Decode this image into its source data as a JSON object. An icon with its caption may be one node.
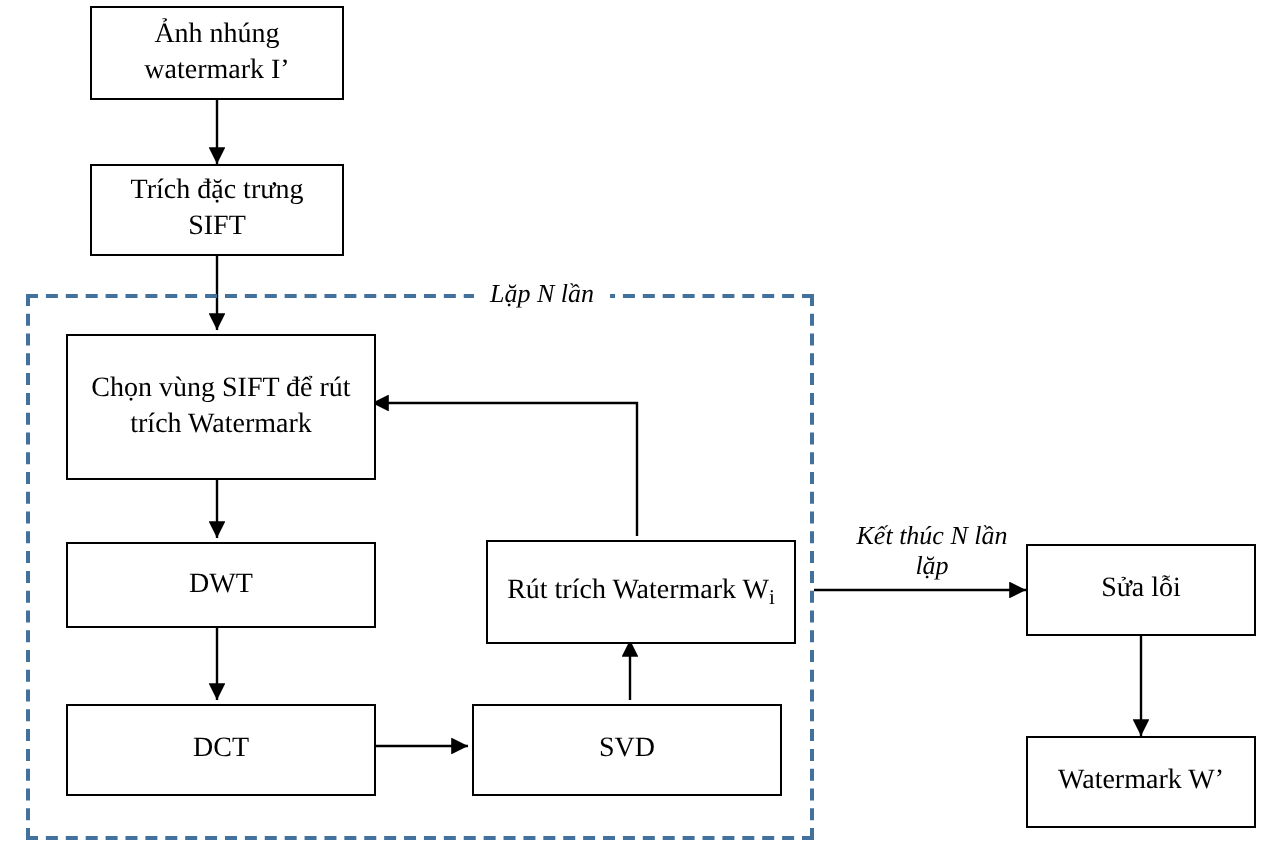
{
  "diagram": {
    "nodes": [
      {
        "text": [
          "Ảnh nhúng watermark I’"
        ]
      },
      {
        "text": [
          "Trích đặc trưng SIFT"
        ]
      },
      {
        "text": [
          "Lặp N lần"
        ]
      },
      {
        "text": [
          "Chọn vùng SIFT để rút trích Watermark"
        ],
        "in": 2
      },
      {
        "text": [
          "DWT"
        ],
        "in": 2
      },
      {
        "text": [
          "DCT"
        ],
        "in": 2
      },
      {
        "text": [
          "SVD"
        ],
        "in": 2
      },
      {
        "text": [
          "Rút trích Watermark W$_{i}$"
        ],
        "in": 2
      },
      {
        "text": [
          "Sửa lỗi"
        ]
      },
      {
        "text": [
          "Watermark W’"
        ]
      }
    ],
    "edges": [
      {
        "from": 0,
        "to": 1,
        "arrow": "to"
      },
      {
        "from": 1,
        "to": 3,
        "arrow": "to"
      },
      {
        "from": 3,
        "to": 4,
        "arrow": "to"
      },
      {
        "from": 4,
        "to": 5,
        "arrow": "to"
      },
      {
        "from": 5,
        "to": 6,
        "arrow": "to"
      },
      {
        "from": 6,
        "to": 7,
        "arrow": "to"
      },
      {
        "from": 7,
        "to": 3,
        "arrow": "to"
      },
      {
        "from": 2,
        "to": 8,
        "arrow": "to",
        "label": "Kết thúc N lần lặp"
      },
      {
        "from": 8,
        "to": 9,
        "arrow": "to"
      }
    ]
  }
}
